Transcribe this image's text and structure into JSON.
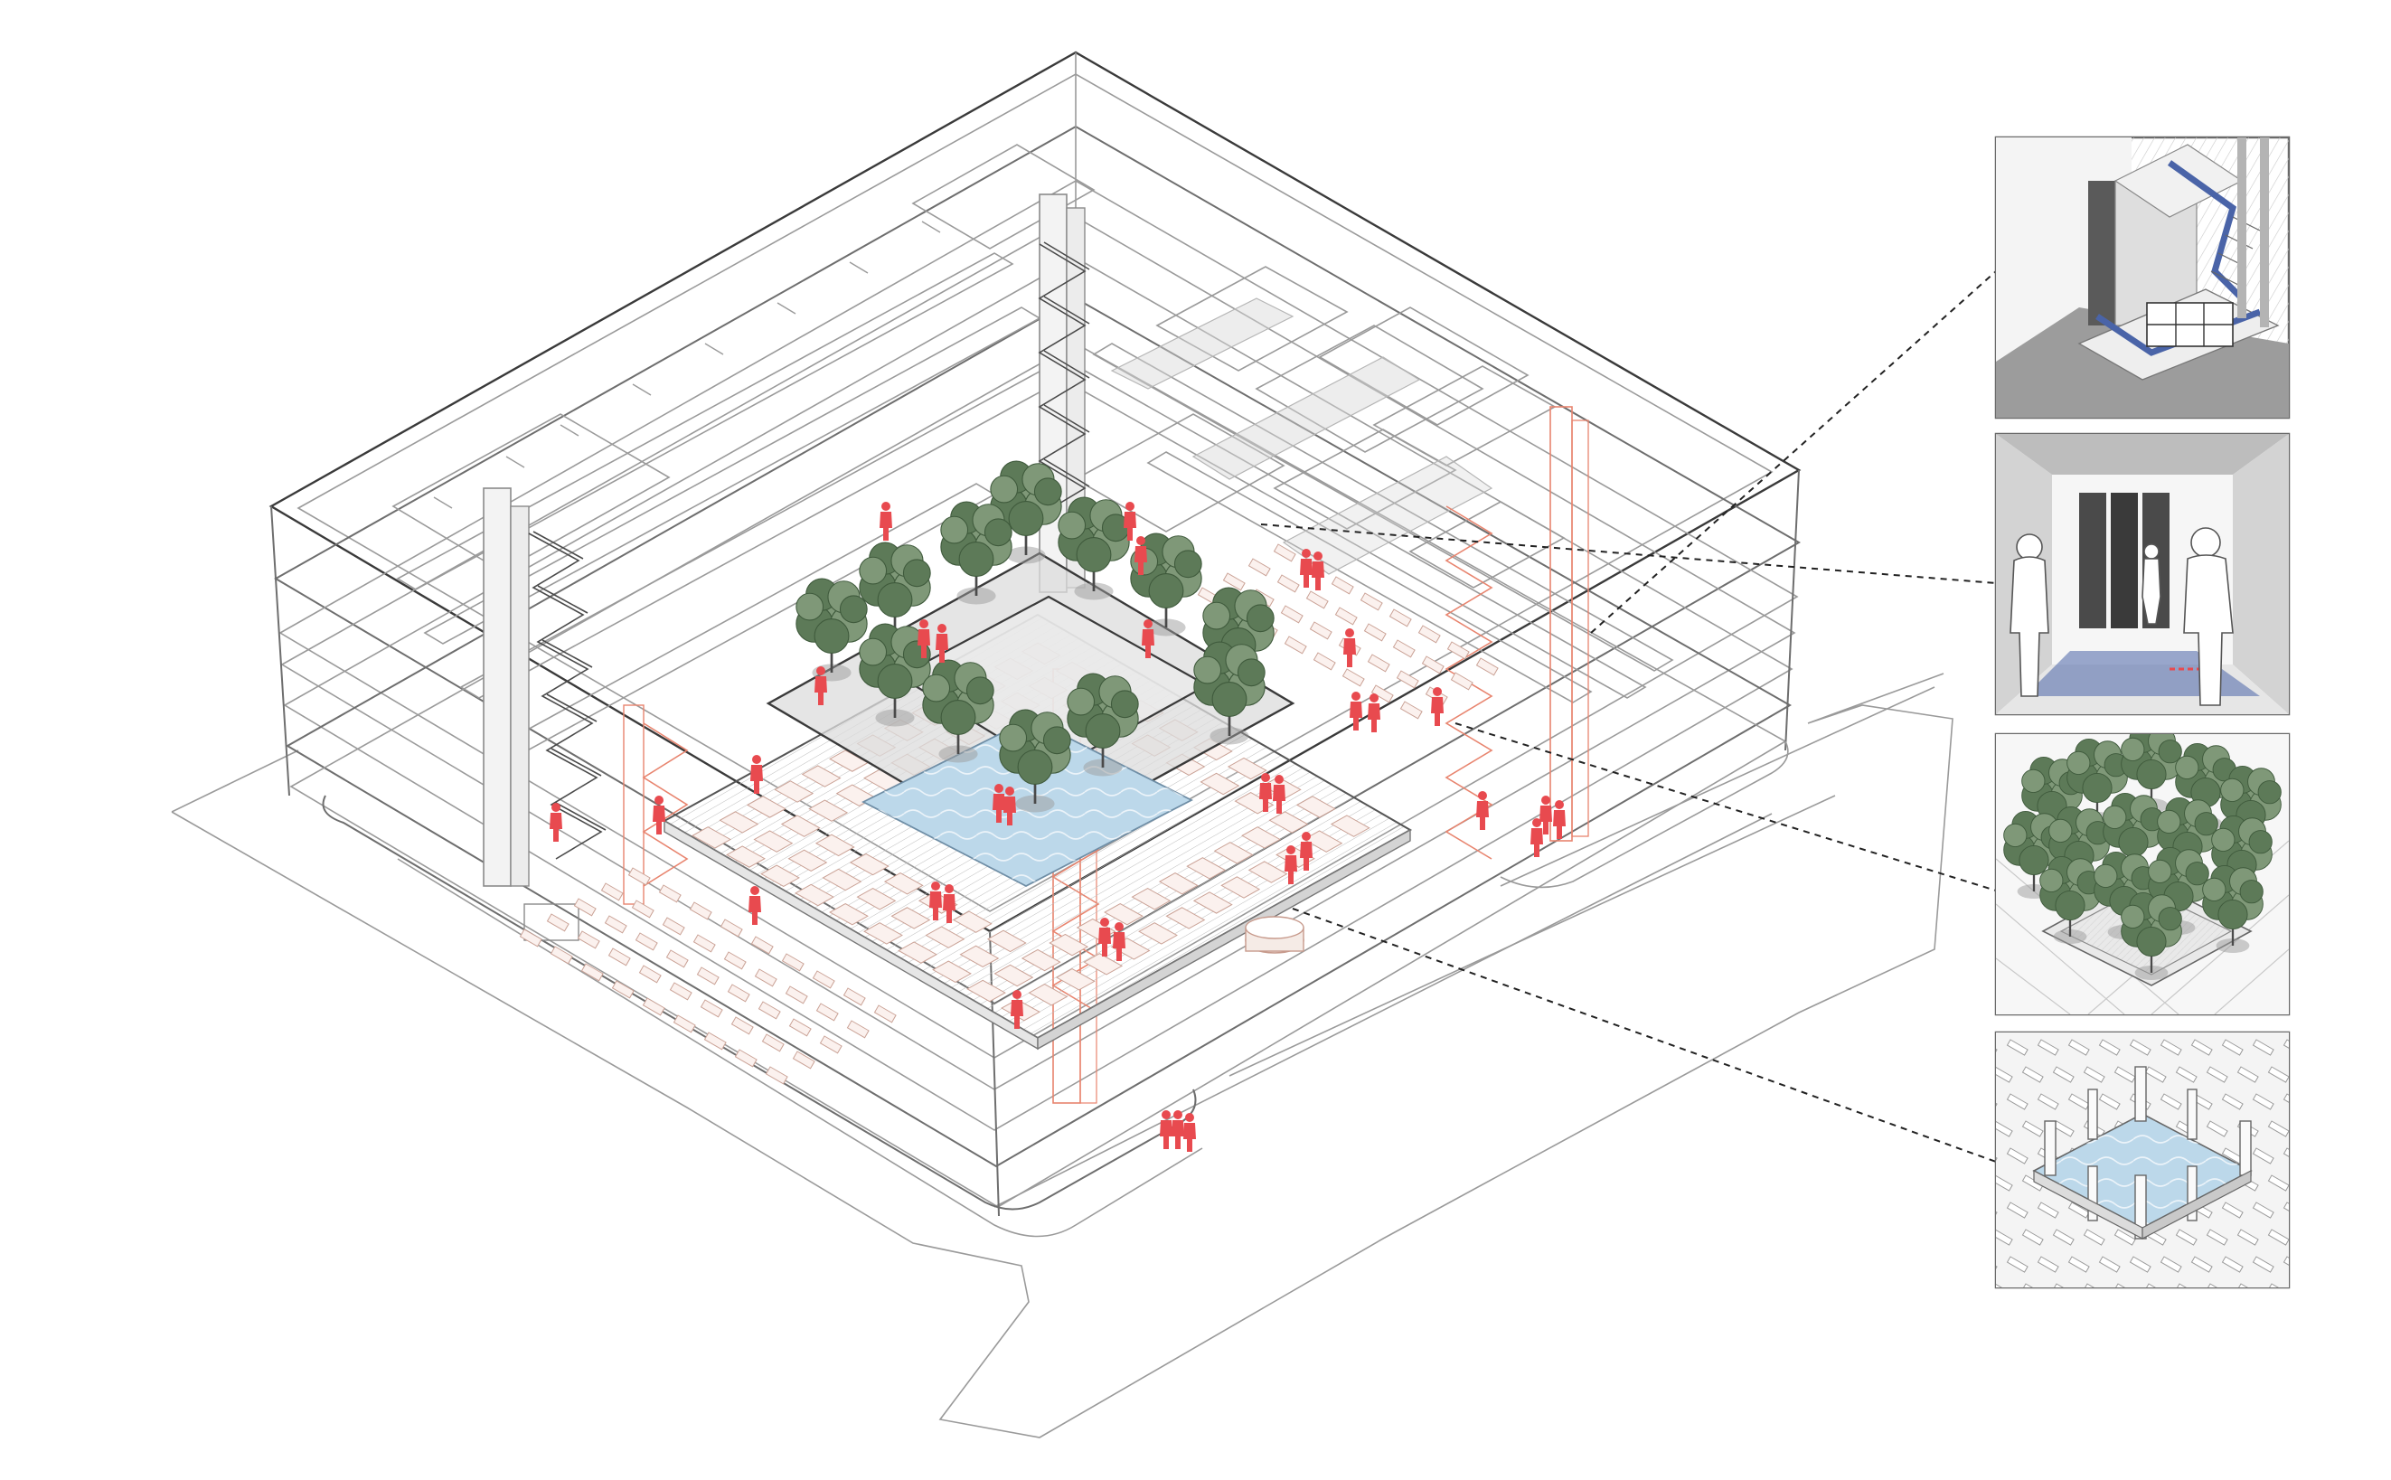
{
  "colors": {
    "person_red": "#e84a4f",
    "water_blue": "#bcd8ea",
    "path_blue": "#4a64a8",
    "tree_green": "#5d7a58",
    "line_gray": "#8a8a8a",
    "background": "#ffffff"
  },
  "icons": {
    "person": "person-silhouette-icon",
    "tree": "tree-icon",
    "stair": "stair-icon"
  },
  "detail_panels": [
    {
      "id": "stair-detail",
      "depicts": "stair-icon"
    },
    {
      "id": "corridor-detail",
      "depicts": "person-silhouette-icon"
    },
    {
      "id": "tree-court-detail",
      "depicts": "tree-icon"
    },
    {
      "id": "pool-detail",
      "depicts": "water-pool"
    }
  ]
}
